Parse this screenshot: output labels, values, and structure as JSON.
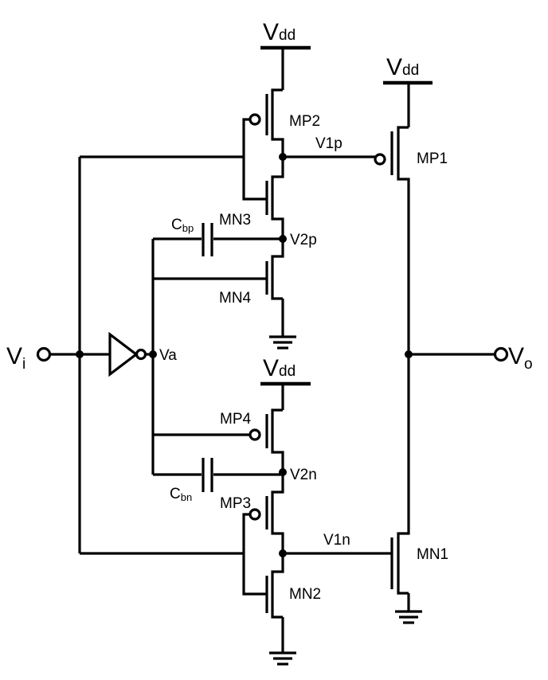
{
  "supply": {
    "main": "V",
    "sub": "dd"
  },
  "input": {
    "main": "V",
    "sub": "i"
  },
  "output": {
    "main": "V",
    "sub": "o"
  },
  "nodes": {
    "v1p": "V1p",
    "v2p": "V2p",
    "va": "Va",
    "v2n": "V2n",
    "v1n": "V1n"
  },
  "capacitors": {
    "cbp": {
      "main": "C",
      "sub": "bp"
    },
    "cbn": {
      "main": "C",
      "sub": "bn"
    }
  },
  "transistors": {
    "mp1": "MP1",
    "mp2": "MP2",
    "mp3": "MP3",
    "mp4": "MP4",
    "mn1": "MN1",
    "mn2": "MN2",
    "mn3": "MN3",
    "mn4": "MN4"
  },
  "colors": {
    "stroke": "#000000",
    "background": "#ffffff"
  }
}
